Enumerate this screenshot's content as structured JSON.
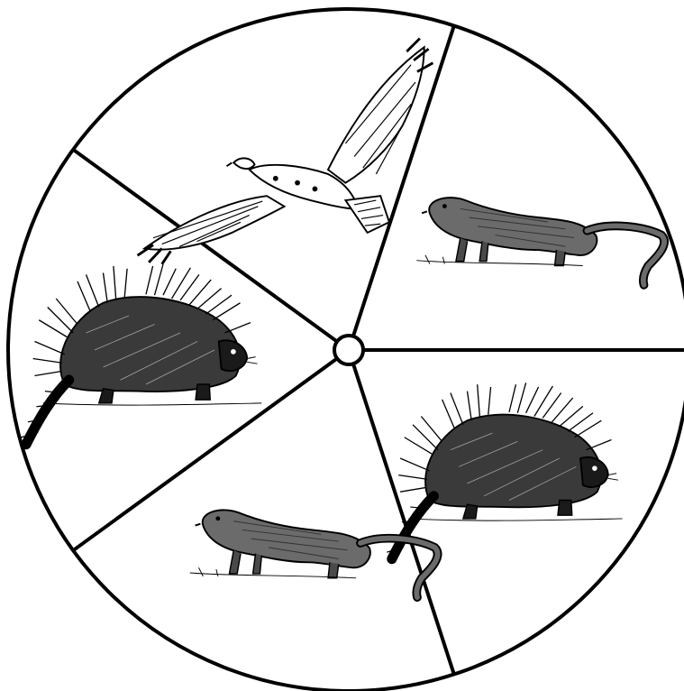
{
  "spinner": {
    "style": {
      "background": "#ffffff",
      "stroke": "#000000",
      "ink": "#1a1a1a",
      "fill_mid": "#6b6b6b"
    },
    "sections": [
      {
        "animal": "hawk",
        "icon": "hawk-icon"
      },
      {
        "animal": "weasel",
        "icon": "weasel-icon"
      },
      {
        "animal": "porcupine",
        "icon": "porcupine-icon"
      },
      {
        "animal": "weasel",
        "icon": "weasel-icon"
      },
      {
        "animal": "porcupine",
        "icon": "porcupine-icon"
      }
    ]
  }
}
